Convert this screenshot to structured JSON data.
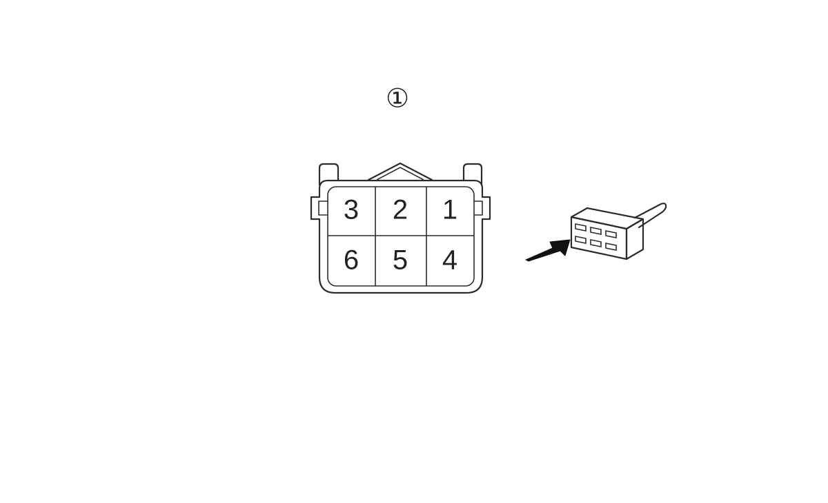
{
  "callout": {
    "label": "①"
  },
  "connector": {
    "pins": [
      {
        "number": "3"
      },
      {
        "number": "2"
      },
      {
        "number": "1"
      },
      {
        "number": "6"
      },
      {
        "number": "5"
      },
      {
        "number": "4"
      }
    ]
  },
  "icons": {
    "connector_view": "connector-front-view-icon",
    "harness_plug": "harness-plug-icon",
    "direction_arrow": "view-direction-arrow-icon"
  }
}
